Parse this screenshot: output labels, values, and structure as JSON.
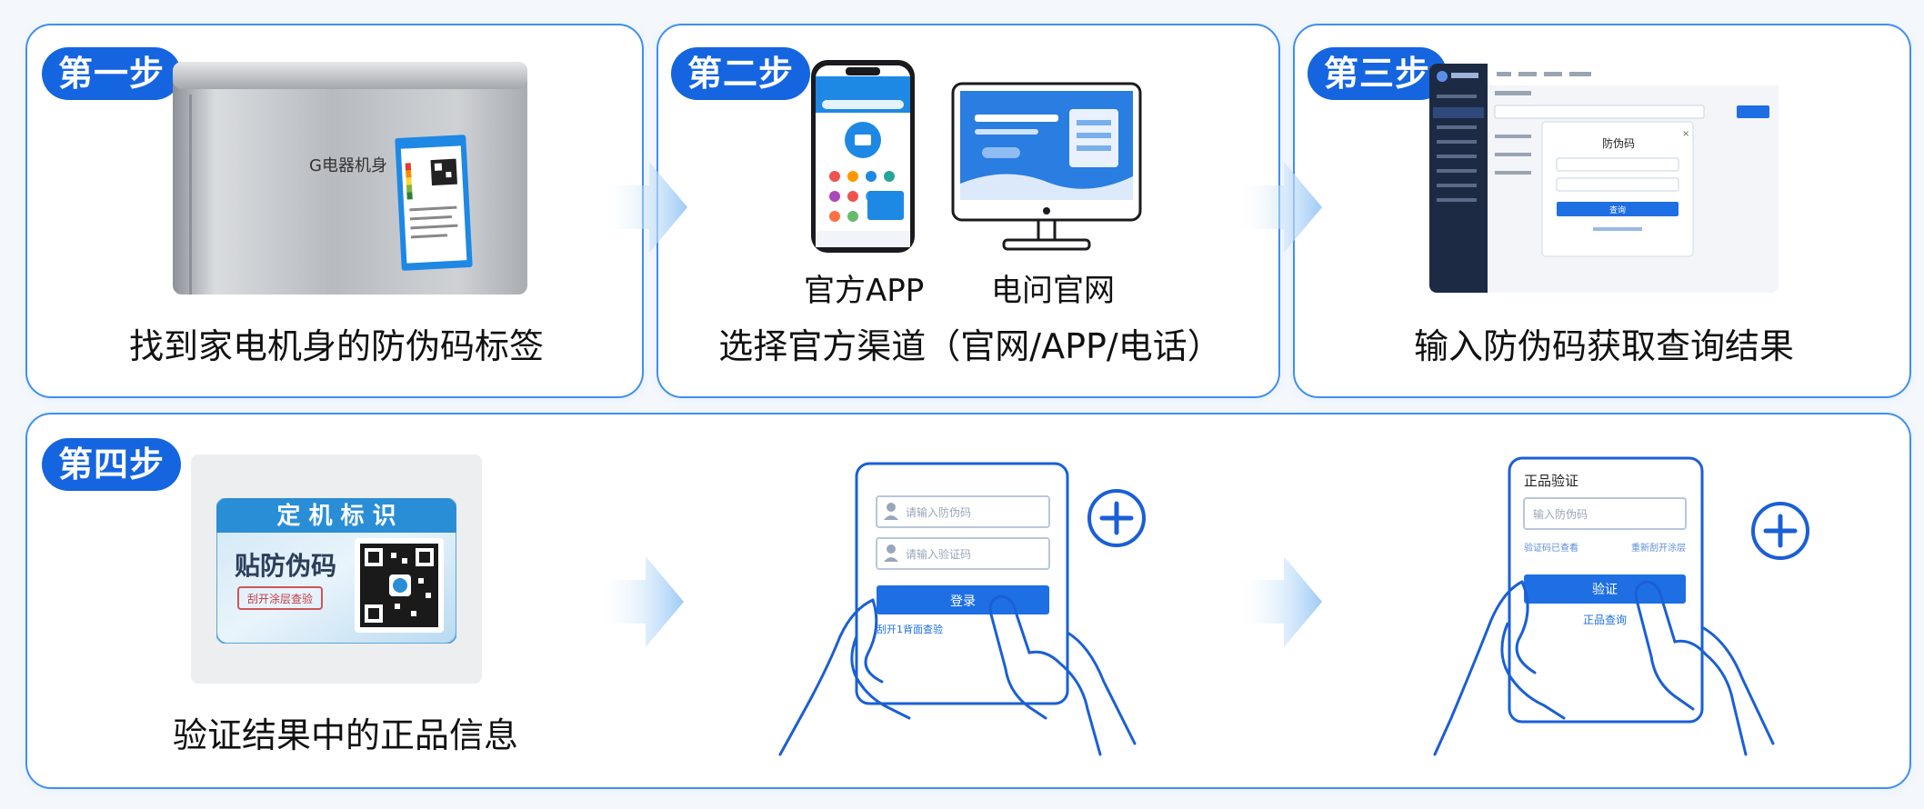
{
  "steps": [
    {
      "badge": "第一步",
      "caption": "找到家电机身的防伪码标签",
      "fridge_brand": "G电器机身"
    },
    {
      "badge": "第二步",
      "caption": "选择官方渠道（官网/APP/电话）",
      "app_label": "官方APP",
      "web_label": "电问官网"
    },
    {
      "badge": "第三步",
      "caption": "输入防伪码获取查询结果",
      "dialog_title": "防伪码",
      "dialog_button": "查询"
    },
    {
      "badge": "第四步",
      "caption": "验证结果中的正品信息",
      "label_title": "定 机 标 识",
      "label_main": "贴防伪码",
      "label_stamp": "刮开涂层查验",
      "tablet1_field1": "请输入防伪码",
      "tablet1_field2": "请输入验证码",
      "tablet1_button": "登录",
      "tablet1_link": "刮开1背面查验",
      "tablet2_title": "正品验证",
      "tablet2_field": "输入防伪码",
      "tablet2_link_left": "验证码已查看",
      "tablet2_link_right": "重新刮开涂层",
      "tablet2_button": "验证",
      "tablet2_result": "正品查询"
    }
  ],
  "colors": {
    "accent": "#1565e0",
    "border": "#3f8ff0",
    "line": "#1a5fd6",
    "arrow": "#a9cff7"
  }
}
